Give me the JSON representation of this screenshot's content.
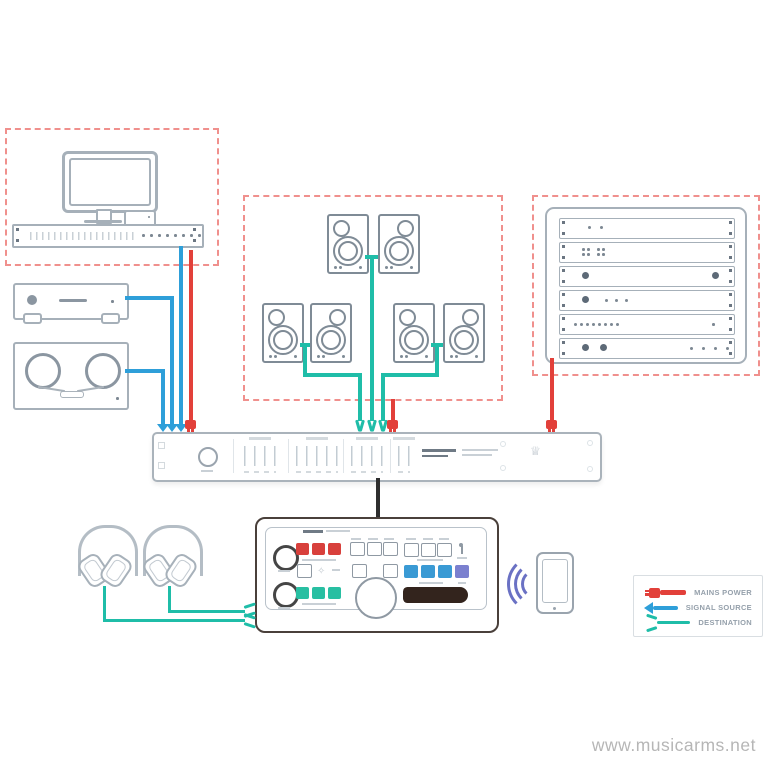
{
  "page": {
    "watermark": "www.musicarms.net"
  },
  "colors": {
    "mains": "#e2403a",
    "source": "#2e9fd9",
    "destination": "#1fbda8",
    "outline": "#a6b0b9",
    "outline-dark": "#7f8b96",
    "dashed": "#f0908d",
    "cable-dark": "#2e2e2e",
    "controller-border": "#4a403b",
    "display": "#33241d",
    "btn-red": "#d8403c",
    "btn-teal": "#28bfa2",
    "btn-blue": "#3a9ad4",
    "btn-indigo": "#7b80cf",
    "wireless": "#6a71c4"
  },
  "icons": {
    "crown": "♕",
    "sparkle": "✧"
  },
  "legend": {
    "items": [
      {
        "id": "mains-power",
        "label": "MAINS POWER",
        "color": "#e2403a",
        "symbol": "plug-icon"
      },
      {
        "id": "signal-source",
        "label": "SIGNAL SOURCE",
        "color": "#2e9fd9",
        "symbol": "arrow-icon"
      },
      {
        "id": "destination",
        "label": "DESTINATION",
        "color": "#1fbda8",
        "symbol": "fork-icon"
      }
    ]
  },
  "diagram": {
    "devices": [
      {
        "id": "computer-workstation",
        "parts": [
          "display-monitor",
          "audio-interface-rack"
        ],
        "dashed_group": true
      },
      {
        "id": "cd-player"
      },
      {
        "id": "reel-to-reel-recorder"
      },
      {
        "id": "speaker-array",
        "speakers": 6,
        "pairs": 3,
        "dashed_group": true
      },
      {
        "id": "equipment-rack",
        "rack_units": 6,
        "dashed_group": true
      },
      {
        "id": "monitor-controller-rack-unit"
      },
      {
        "id": "desktop-remote-controller"
      },
      {
        "id": "headphones",
        "count": 2
      },
      {
        "id": "smartphone",
        "wireless": true
      }
    ],
    "connections": [
      {
        "from": "reel-to-reel-recorder",
        "to": "monitor-controller-rack-unit",
        "type": "signal-source"
      },
      {
        "from": "cd-player",
        "to": "monitor-controller-rack-unit",
        "type": "signal-source"
      },
      {
        "from": "audio-interface-rack",
        "to": "monitor-controller-rack-unit",
        "type": "signal-source"
      },
      {
        "from": "computer-workstation",
        "to": "monitor-controller-rack-unit",
        "type": "mains-power"
      },
      {
        "from": "monitor-controller-rack-unit",
        "to": "speaker-pair-top",
        "type": "destination"
      },
      {
        "from": "monitor-controller-rack-unit",
        "to": "speaker-pair-bottom-left",
        "type": "destination"
      },
      {
        "from": "monitor-controller-rack-unit",
        "to": "speaker-pair-bottom-right",
        "type": "destination"
      },
      {
        "from": "speaker-array",
        "to": "monitor-controller-rack-unit",
        "type": "mains-power"
      },
      {
        "from": "equipment-rack",
        "to": "monitor-controller-rack-unit",
        "type": "mains-power"
      },
      {
        "from": "monitor-controller-rack-unit",
        "to": "desktop-remote-controller",
        "type": "control-cable"
      },
      {
        "from": "desktop-remote-controller",
        "to": "headphones-left",
        "type": "destination"
      },
      {
        "from": "desktop-remote-controller",
        "to": "headphones-right",
        "type": "destination"
      },
      {
        "from": "smartphone",
        "to": "desktop-remote-controller",
        "type": "wireless"
      }
    ]
  }
}
